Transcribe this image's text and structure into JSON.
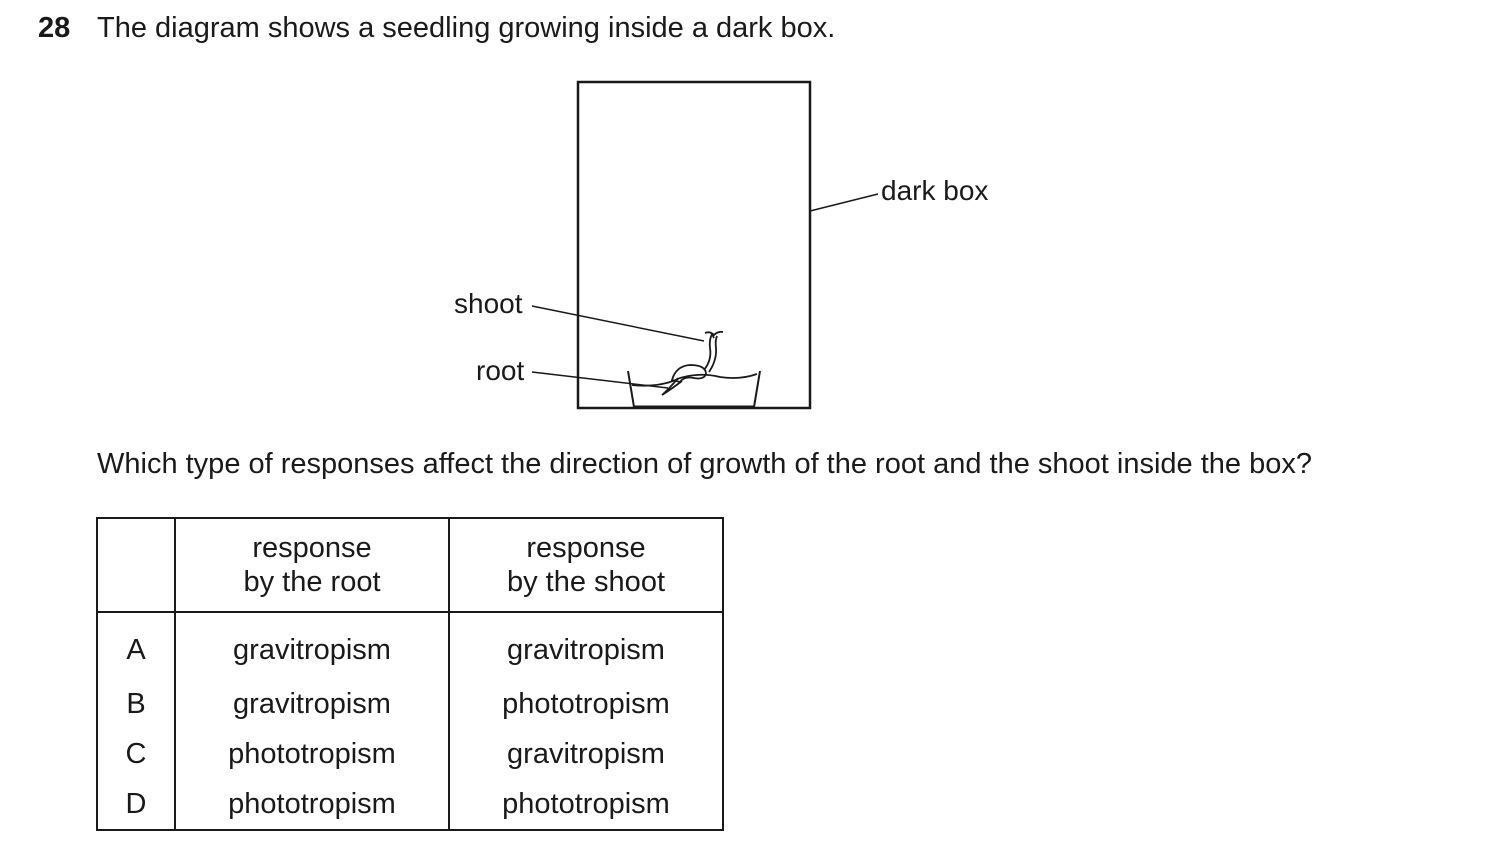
{
  "question": {
    "number": "28",
    "stem": "The diagram shows a seedling growing inside a dark box.",
    "prompt": "Which type of responses affect the direction of growth of the root and the shoot inside the box?"
  },
  "diagram": {
    "labels": {
      "dark_box": "dark box",
      "shoot": "shoot",
      "root": "root"
    }
  },
  "table": {
    "headers": {
      "letter": "",
      "root_line1": "response",
      "root_line2": "by the root",
      "shoot_line1": "response",
      "shoot_line2": "by the shoot"
    },
    "rows": [
      {
        "letter": "A",
        "root": "gravitropism",
        "shoot": "gravitropism"
      },
      {
        "letter": "B",
        "root": "gravitropism",
        "shoot": "phototropism"
      },
      {
        "letter": "C",
        "root": "phototropism",
        "shoot": "gravitropism"
      },
      {
        "letter": "D",
        "root": "phototropism",
        "shoot": "phototropism"
      }
    ]
  }
}
